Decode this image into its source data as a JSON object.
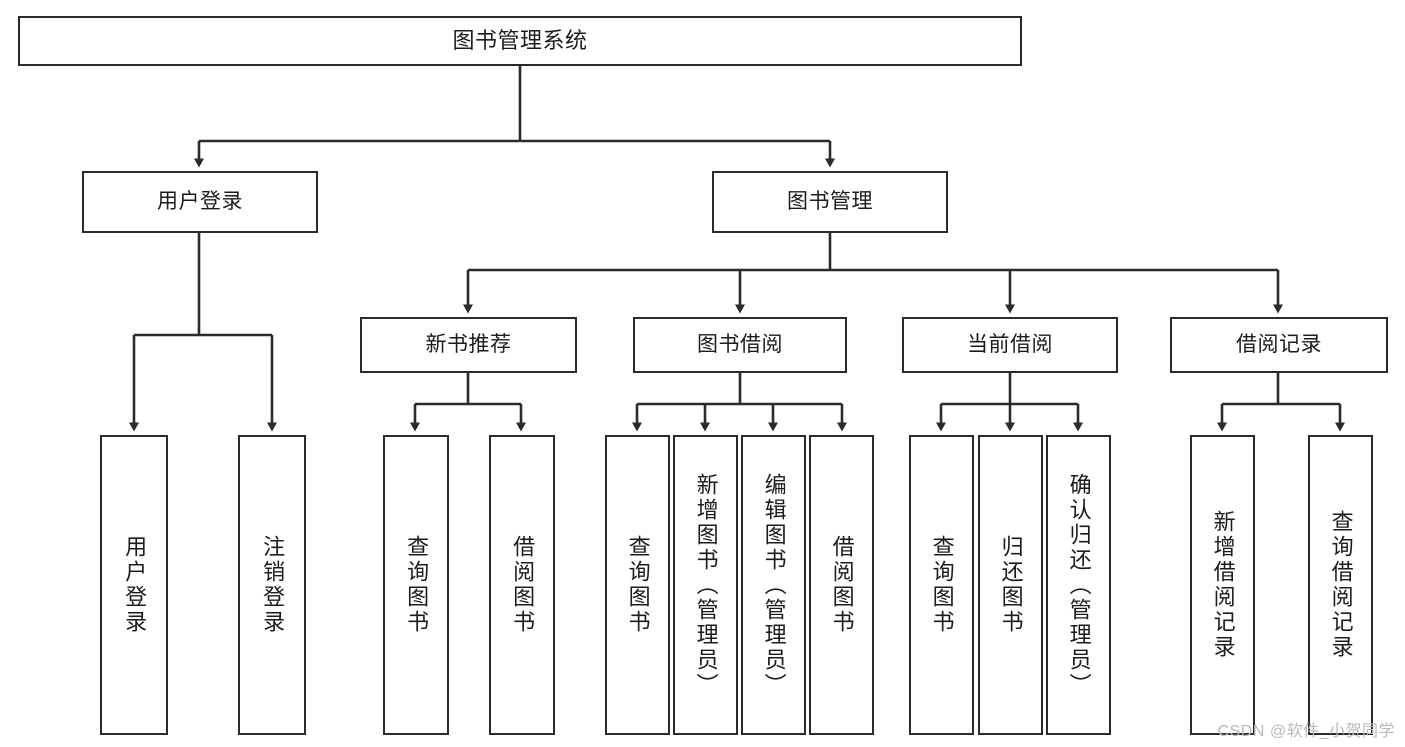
{
  "diagram": {
    "title": "图书管理系统",
    "type": "tree-hierarchy",
    "root": {
      "label": "图书管理系统"
    },
    "level2": [
      {
        "label": "用户登录"
      },
      {
        "label": "图书管理"
      }
    ],
    "level3": [
      {
        "label": "新书推荐"
      },
      {
        "label": "图书借阅"
      },
      {
        "label": "当前借阅"
      },
      {
        "label": "借阅记录"
      }
    ],
    "leaves": [
      {
        "label": "用户登录"
      },
      {
        "label": "注销登录"
      },
      {
        "label": "查询图书"
      },
      {
        "label": "借阅图书"
      },
      {
        "label": "查询图书"
      },
      {
        "label": "新增图书（管理员）"
      },
      {
        "label": "编辑图书（管理员）"
      },
      {
        "label": "借阅图书"
      },
      {
        "label": "查询图书"
      },
      {
        "label": "归还图书"
      },
      {
        "label": "确认归还（管理员）"
      },
      {
        "label": "新增借阅记录"
      },
      {
        "label": "查询借阅记录"
      }
    ],
    "colors": {
      "stroke": "#2b2b2b",
      "fill": "#ffffff",
      "text": "#1c1c1c",
      "watermark": "#b9b9b9"
    }
  },
  "watermark": {
    "text": "CSDN @软件_小贺同学"
  }
}
